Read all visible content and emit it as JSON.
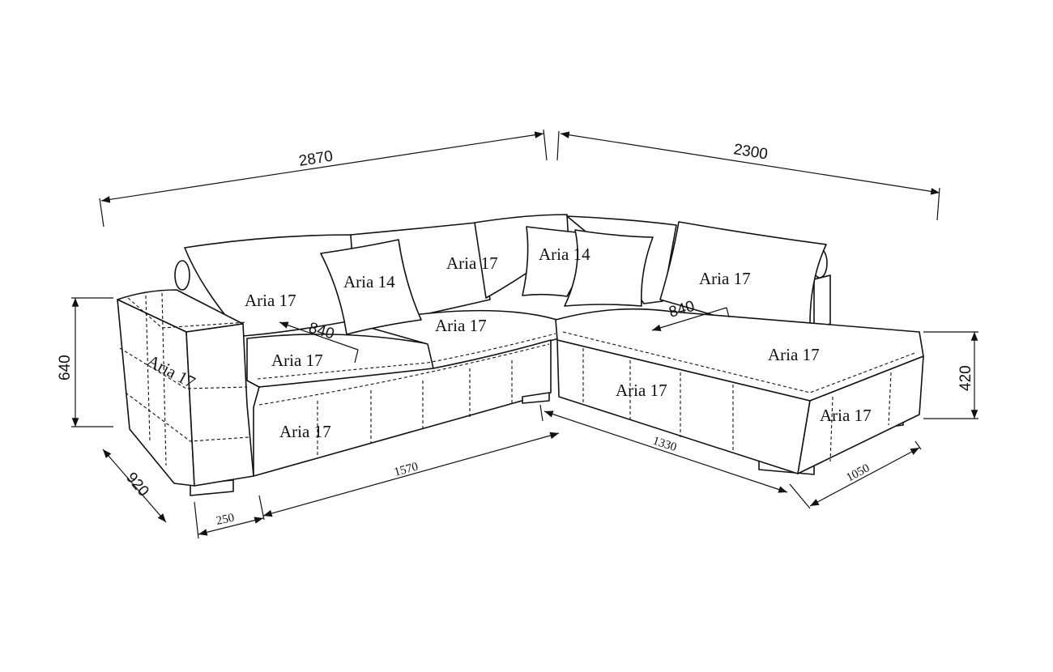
{
  "dimensions": {
    "total_width_left": "2870",
    "total_width_right": "2300",
    "height": "640",
    "seat_height": "420",
    "depth": "920",
    "armrest_width": "250",
    "seat_length_left": "1570",
    "seat_length_right": "1330",
    "chaise_width": "1050",
    "seat_depth_left": "840",
    "seat_depth_right": "840"
  },
  "fabric_labels": {
    "back_left": "Aria 17",
    "pillow_left": "Aria 14",
    "back_middle": "Aria 17",
    "pillow_corner": "Aria 14",
    "back_right": "Aria 17",
    "armrest": "Aria 17",
    "seat_left": "Aria 17",
    "seat_middle": "Aria 17",
    "base_left": "Aria 17",
    "base_corner": "Aria 17",
    "chaise_seat": "Aria 17",
    "chaise_side": "Aria 17"
  }
}
